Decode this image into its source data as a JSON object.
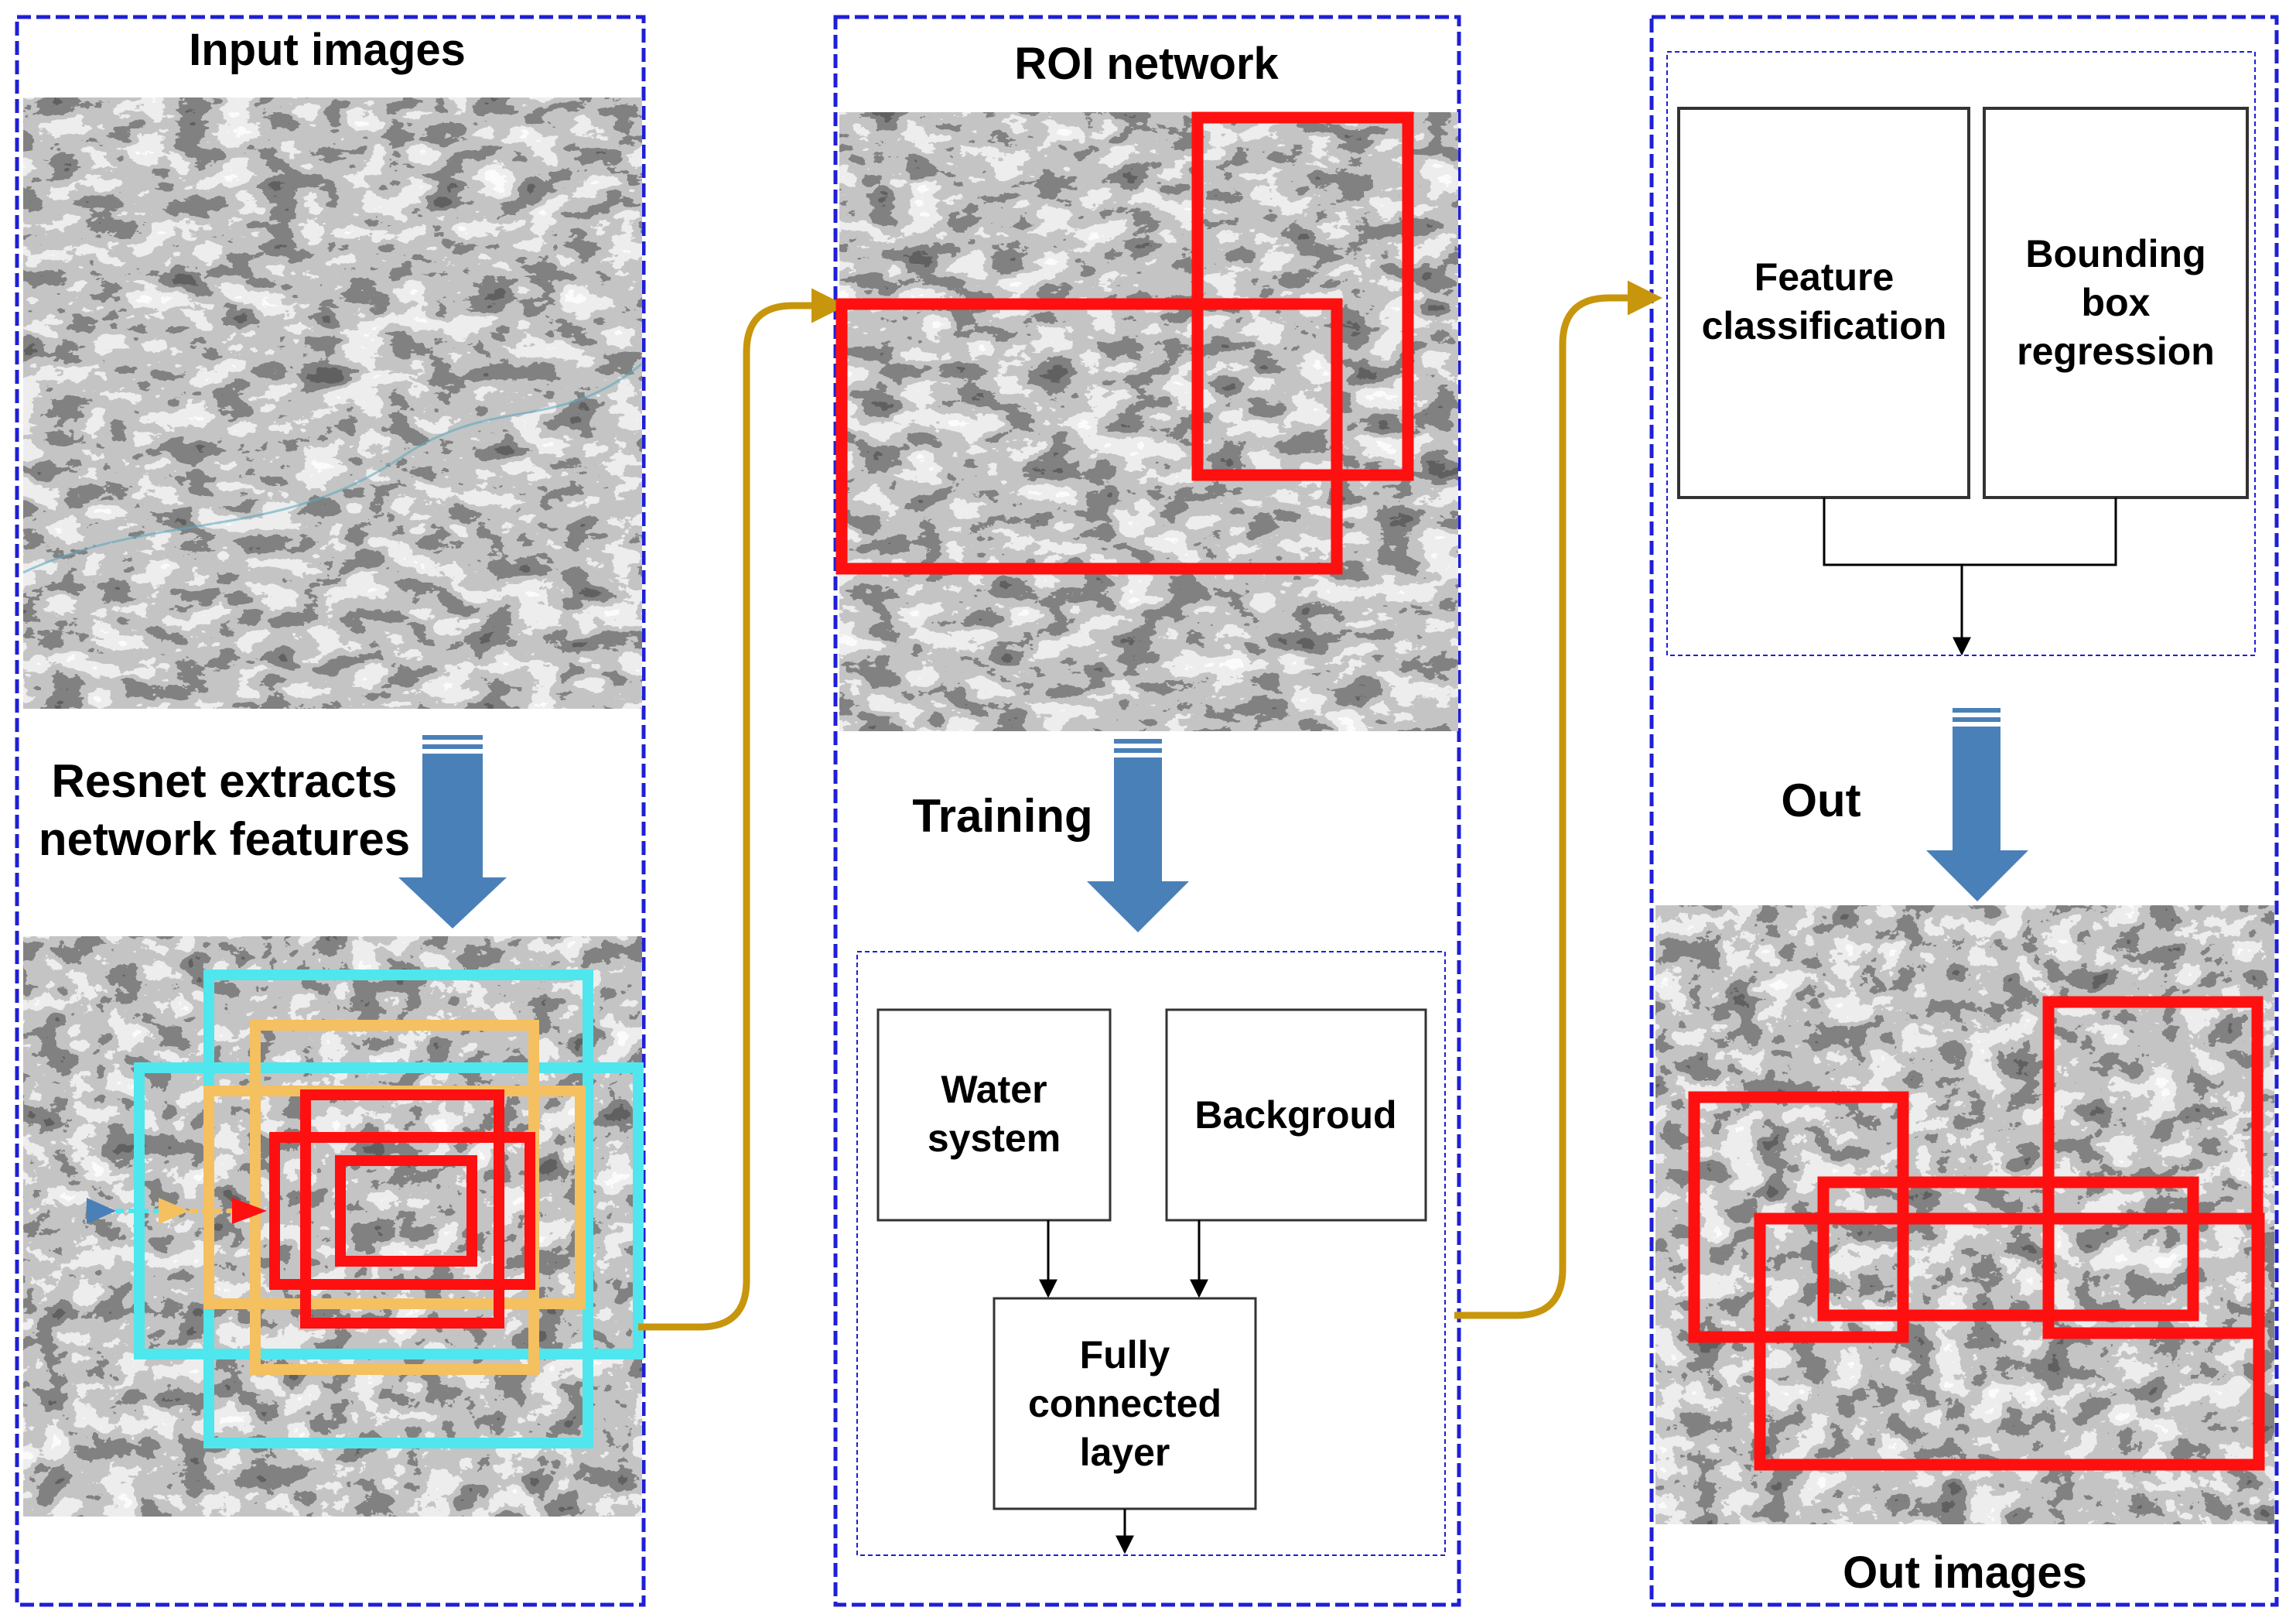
{
  "colors": {
    "panel_border": "#1f1fd6",
    "flow_arrow": "#c8960c",
    "big_arrow": "#4a80b8",
    "red_box": "#ff1010",
    "cyan_box": "#4fe6ee",
    "yellow_box": "#f4c060",
    "box_border": "#333333",
    "terrain_dark": "#1a1a1a",
    "terrain_light": "#f2f2f2"
  },
  "panel1": {
    "title": "Input images",
    "step_line1": "Resnet extracts",
    "step_line2": "network features"
  },
  "panel2": {
    "title": "ROI network",
    "step_label": "Training",
    "box_water_line1": "Water",
    "box_water_line2": "system",
    "box_background": "Backgroud",
    "box_fc_line1": "Fully",
    "box_fc_line2": "connected",
    "box_fc_line3": "layer"
  },
  "panel3": {
    "box_feature_line1": "Feature",
    "box_feature_line2": "classification",
    "box_bbox_line1": "Bounding",
    "box_bbox_line2": "box",
    "box_bbox_line3": "regression",
    "step_label": "Out",
    "footer": "Out images"
  }
}
